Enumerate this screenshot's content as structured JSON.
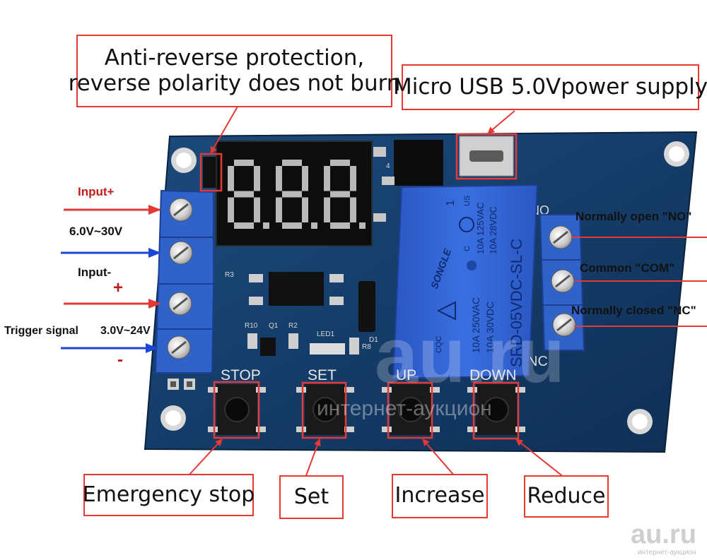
{
  "colors": {
    "annotation": "#e53935",
    "arrow_positive": "#e53935",
    "arrow_negative": "#1a47d6",
    "pcb": "#12355f",
    "terminal_block": "#2f63c9",
    "relay": "#2d5ed0",
    "display_segment": "#b9b9b9",
    "background": "#ffffff"
  },
  "callouts": {
    "anti_reverse_line1": "Anti-reverse protection,",
    "anti_reverse_line2": "reverse polarity does not burn",
    "micro_usb": "Micro USB 5.0Vpower supply",
    "emergency_stop": "Emergency stop",
    "set": "Set",
    "increase": "Increase",
    "reduce": "Reduce"
  },
  "left_labels": {
    "input_plus": "Input+",
    "voltage_range": "6.0V~30V",
    "input_minus": "Input-",
    "plus_sign": "+",
    "trigger_signal": "Trigger signal",
    "trigger_range": "3.0V~24V",
    "minus_sign": "-"
  },
  "right_labels": {
    "normally_open": "Normally open \"NO\"",
    "common": "Common \"COM\"",
    "normally_closed": "Normally closed \"NC\""
  },
  "board": {
    "display_digits": "8.8.8.",
    "btn_stop": "STOP",
    "btn_set": "SET",
    "btn_up": "UP",
    "btn_down": "DOWN",
    "silk_r3": "R3",
    "silk_r10": "R10",
    "silk_q1": "Q1",
    "silk_r2": "R2",
    "silk_led1": "LED1",
    "silk_r8": "R8",
    "silk_d1": "D1",
    "silk_nc": "NC",
    "silk_no": "NO",
    "silk_4": "4",
    "relay_brand": "SONGLE",
    "relay_model": "SRD-05VDC-SL-C",
    "relay_rating1": "10A 250VAC",
    "relay_rating2": "10A 30VDC",
    "relay_rating3": "10A 125VAC",
    "relay_rating4": "10A 28VDC",
    "relay_c": "C",
    "relay_us": "US",
    "relay_1": "1",
    "relay_cqc": "CQC"
  },
  "watermark": {
    "center_main": "au.ru",
    "center_sub": "интернет-аукцион",
    "corner_main": "au.ru",
    "corner_sub": "интернет-аукцион"
  }
}
